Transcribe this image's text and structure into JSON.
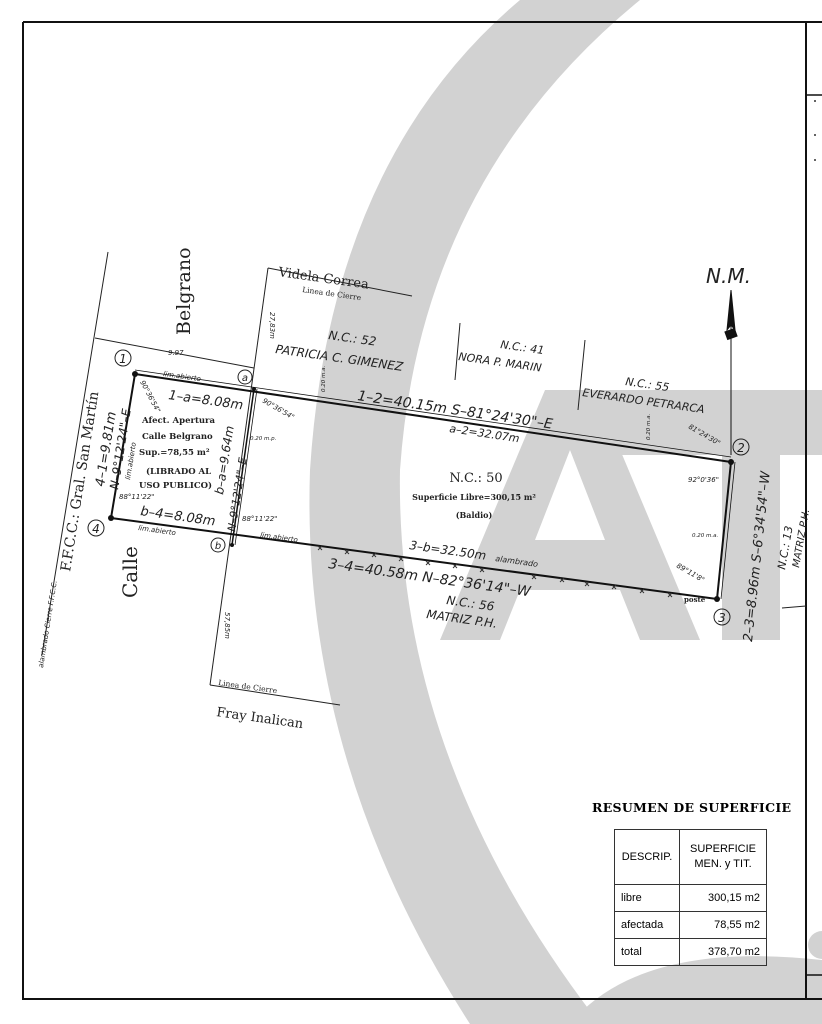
{
  "streets": {
    "belgrano": "Belgrano",
    "calle": "Calle",
    "ffcc": "F.F.C.C.: Gral. San Martín",
    "alambrado_ffcc": "alambrado Cierre F.F.C.C.",
    "videla": "Videla Correa",
    "fray": "Fray Inalican",
    "linea_cierre_top": "Linea de Cierre",
    "linea_cierre_bottom": "Linea de Cierre"
  },
  "points": {
    "p1": "1",
    "p2": "2",
    "p3": "3",
    "p4": "4",
    "pa": "a",
    "pb": "b"
  },
  "dimensions": {
    "d997": "9.97",
    "d2783": "27,83m",
    "d5785": "57,85m",
    "side_1a": "1–a=8.08m",
    "side_b4": "b–4=8.08m",
    "side_41": "4–1=9.81m",
    "bearing_41": "N–9°12'24\"–E",
    "side_ba": "b–a=9.64m",
    "bearing_ba": "N–9°12'24\"–E",
    "side_12": "1–2=40.15m  S–81°24'30\"–E",
    "side_a2": "a–2=32.07m",
    "side_3b": "3–b=32.50m",
    "alambrado": "alambrado",
    "side_34": "3–4=40.58m  N–82°36'14\"–W",
    "side_23": "2–3=8.96m  S–6°34'54\"–W",
    "lim_abierto_top": "lim.abierto",
    "lim_abierto_left": "lim.abierto",
    "lim_abierto_bottom": "lim.abierto",
    "lim_abierto_b": "lim.abierto",
    "ang_1": "90°36'54\"",
    "ang_a": "90°36'54\"",
    "ang_4": "88°11'22\"",
    "ang_b": "88°11'22\"",
    "ang_2a": "81°24'30\"",
    "ang_2b": "92°0'36\"",
    "ang_3": "89°11'8\"",
    "ma_1": "0.20 m.a.",
    "mp": "0.20 m.p.",
    "ma_2": "0.20 m.a.",
    "ma_3": "0.20 m.a.",
    "poste": "poste"
  },
  "parcels": {
    "nc52": "N.C.: 52",
    "nc52_owner": "PATRICIA C. GIMENEZ",
    "nc41": "N.C.: 41",
    "nc41_owner": "NORA P. MARIN",
    "nc55": "N.C.: 55",
    "nc55_owner": "EVERARDO PETRARCA",
    "nc50": "N.C.: 50",
    "nc50_sup": "Superficie Libre=300,15 m²",
    "nc50_note": "(Baldio)",
    "nc56": "N.C.: 56",
    "nc56_owner": "MATRIZ P.H.",
    "nc13": "N.C.: 13",
    "nc13_owner": "MATRIZ P.H."
  },
  "affect": {
    "l1": "Afect. Apertura",
    "l2": "Calle Belgrano",
    "l3": "Sup.=78,55 m²",
    "l4": "(LIBRADO AL",
    "l5": "USO PUBLICO)"
  },
  "north": "N.M.",
  "summary": {
    "title": "RESUMEN DE SUPERFICIE",
    "header_descrip": "DESCRIP.",
    "header_sup_1": "SUPERFICIE",
    "header_sup_2": "MEN. y TIT.",
    "rows": [
      {
        "label": "libre",
        "value": "300,15 m2"
      },
      {
        "label": "afectada",
        "value": "78,55 m2"
      },
      {
        "label": "total",
        "value": "378,70 m2"
      }
    ]
  },
  "colors": {
    "watermark": "#cfcfcf",
    "ink": "#1a1a1a"
  }
}
